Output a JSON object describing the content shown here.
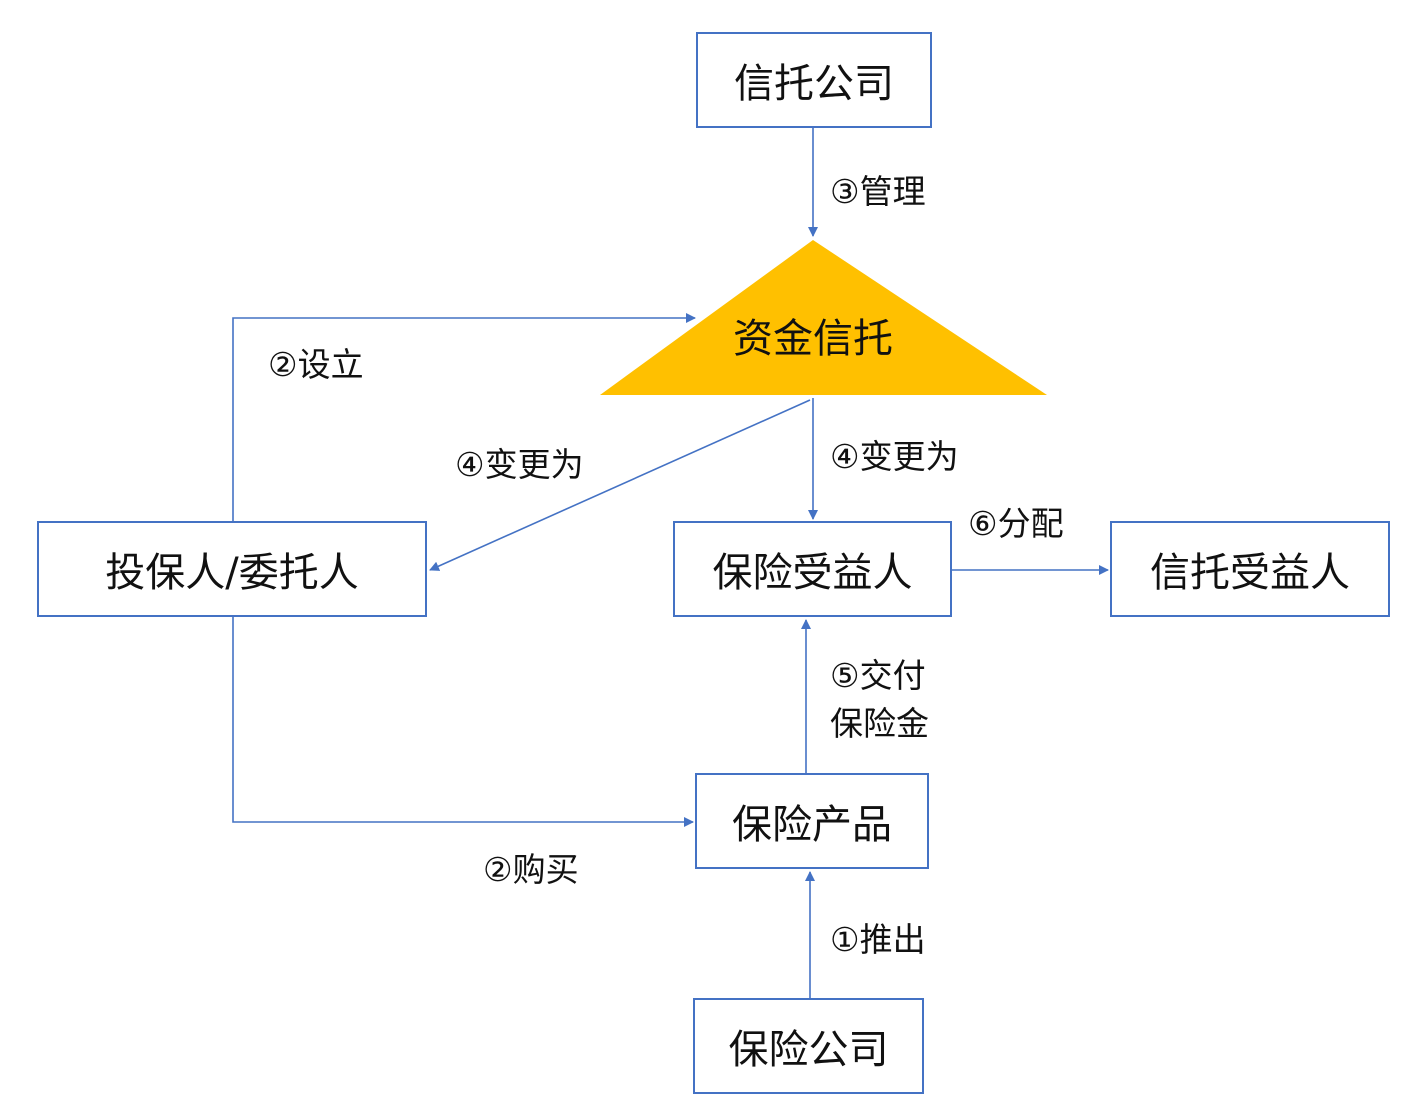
{
  "nodes": {
    "trust_company": "信托公司",
    "fund_trust": "资金信托",
    "policyholder": "投保人/委托人",
    "insurance_beneficiary": "保险受益人",
    "trust_beneficiary": "信托受益人",
    "insurance_product": "保险产品",
    "insurance_company": "保险公司"
  },
  "edges": {
    "manage": "③管理",
    "establish": "②设立",
    "change_left": "④变更为",
    "change_down": "④变更为",
    "distribute": "⑥分配",
    "pay_line1": "⑤交付",
    "pay_line2": "保险金",
    "purchase": "②购买",
    "launch": "①推出"
  },
  "colors": {
    "box_border": "#4472C4",
    "arrow": "#4472C4",
    "triangle_fill": "#FFC000"
  }
}
